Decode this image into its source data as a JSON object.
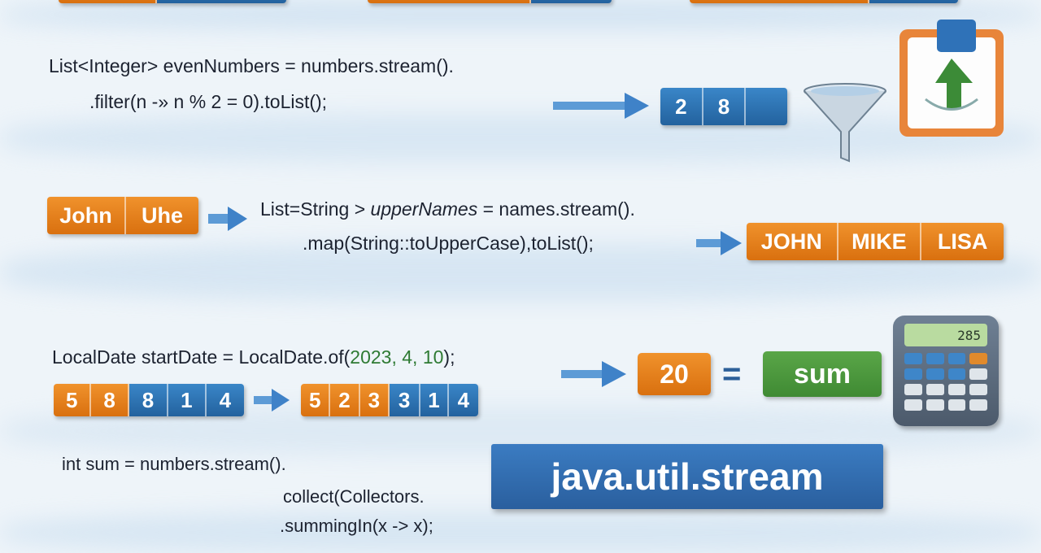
{
  "filter_example": {
    "line1": "List<Integer> evenNumbers = numbers.stream().",
    "line2": ".filter(n -» n % 2 = 0).toList();",
    "result": [
      "2",
      "8",
      ""
    ]
  },
  "map_example": {
    "input": [
      "John",
      "Uhe"
    ],
    "line1_prefix": "List=String > ",
    "line1_italic": "upperNames",
    "line1_suffix": " = names.stream().",
    "line2": ".map(String::toUpperCase),toList();",
    "output": [
      "JOHN",
      "MIKE",
      "LISA"
    ]
  },
  "date_example": {
    "line_prefix": "LocalDate startDate = LocalDate.of(",
    "line_args": "2023, 4, 10",
    "line_suffix": ");",
    "before": [
      "5",
      "8",
      "8",
      "1",
      "4"
    ],
    "after": [
      "5",
      "2",
      "3",
      "3",
      "1",
      "4"
    ],
    "result_value": "20",
    "equals": "=",
    "result_label": "sum",
    "calculator_display": "285"
  },
  "sum_example": {
    "line1": "int sum = numbers.stream().",
    "line2": "collect(Collectors.",
    "line3": ".summingIn(x -> x);"
  },
  "banner": {
    "title": "java.util.stream"
  },
  "colors": {
    "orange": "#e07d1b",
    "blue": "#2c6fb0",
    "green": "#4f9a3c",
    "banner": "#2f6db3"
  }
}
